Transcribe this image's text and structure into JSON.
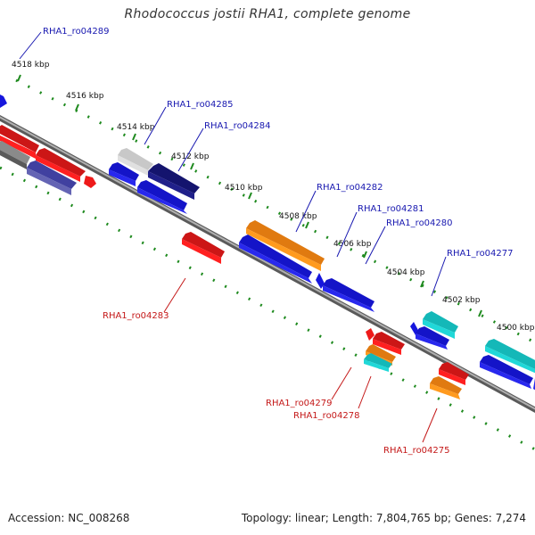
{
  "title": "Rhodococcus jostii RHA1, complete genome",
  "footer": {
    "accession": "Accession: NC_008268",
    "summary": "Topology: linear; Length: 7,804,765 bp; Genes: 7,274"
  },
  "colors": {
    "backbone": "#7a7a7a",
    "ruler_dots": "#1e8a1e",
    "label_top": "#1818b0",
    "label_bottom": "#c41818",
    "tick_text": "#111111"
  },
  "ticks": [
    "4518 kbp",
    "4516 kbp",
    "4514 kbp",
    "4512 kbp",
    "4510 kbp",
    "4508 kbp",
    "4506 kbp",
    "4504 kbp",
    "4502 kbp",
    "4500 kbp"
  ],
  "labels_top": [
    "RHA1_ro04289",
    "RHA1_ro04285",
    "RHA1_ro04284",
    "RHA1_ro04282",
    "RHA1_ro04281",
    "RHA1_ro04280",
    "RHA1_ro04277"
  ],
  "labels_bottom": [
    "RHA1_ro04283",
    "RHA1_ro04279",
    "RHA1_ro04278",
    "RHA1_ro04275"
  ]
}
